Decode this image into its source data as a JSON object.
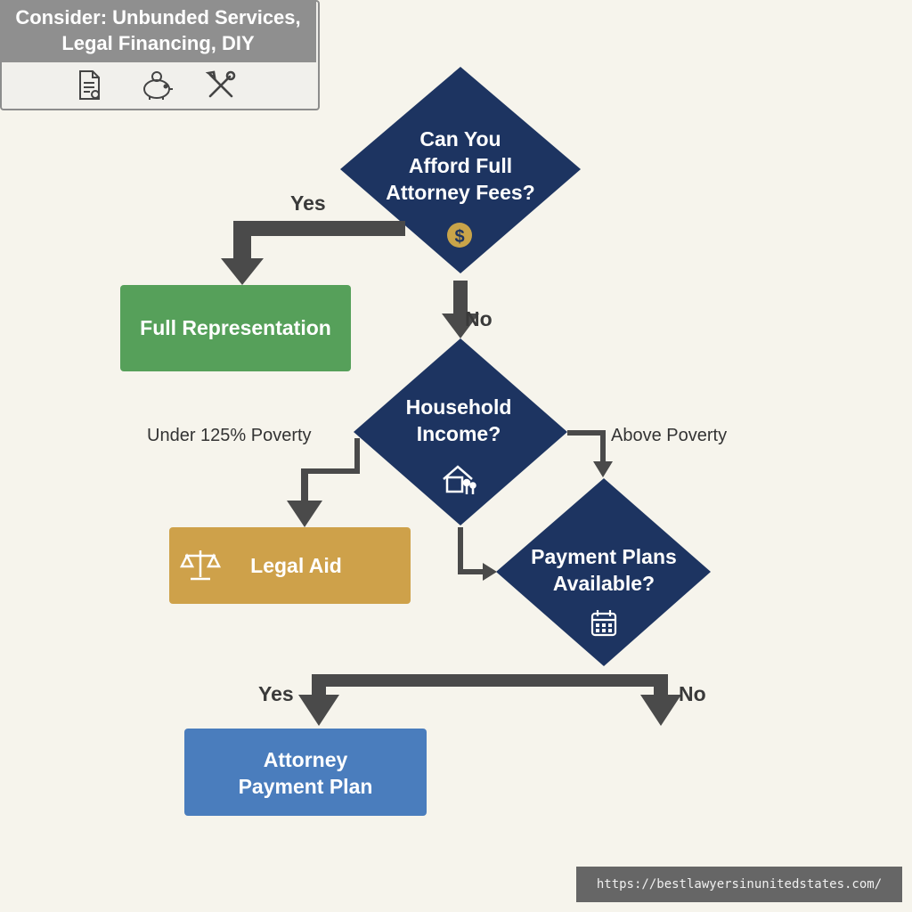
{
  "nodes": {
    "afford": "Can You Afford Full Attorney Fees?",
    "afford_lines": [
      "Can You",
      "Afford Full",
      "Attorney Fees?"
    ],
    "income_lines": [
      "Household",
      "Income?"
    ],
    "payment_lines": [
      "Payment Plans",
      "Available?"
    ],
    "full_rep": "Full Representation",
    "legal_aid": "Legal Aid",
    "attorney_plan_lines": [
      "Attorney",
      "Payment Plan"
    ],
    "consider_lines": [
      "Consider: Unbunded Services,",
      "Legal Financing, DIY"
    ]
  },
  "edges": {
    "yes_top": "Yes",
    "no_top": "No",
    "under": "Under 125% Poverty",
    "above": "Above Poverty",
    "yes_bottom": "Yes",
    "no_bottom": "No"
  },
  "icons": {
    "dollar": "$",
    "afford_icon": "dollar-coin-icon",
    "income_icon": "house-family-icon",
    "payment_icon": "calendar-icon",
    "legal_aid_icon": "scales-icon",
    "consider_icons": [
      "document-icon",
      "piggy-bank-icon",
      "tools-icon"
    ]
  },
  "colors": {
    "diamond": "#1d3461",
    "green": "#56a05a",
    "gold": "#cea14a",
    "blue": "#4a7dbd",
    "gray": "#8f8f8f",
    "arrow": "#4a4a4a",
    "coin": "#c9a449"
  },
  "watermark": "https://bestlawyersinunitedstates.com/"
}
